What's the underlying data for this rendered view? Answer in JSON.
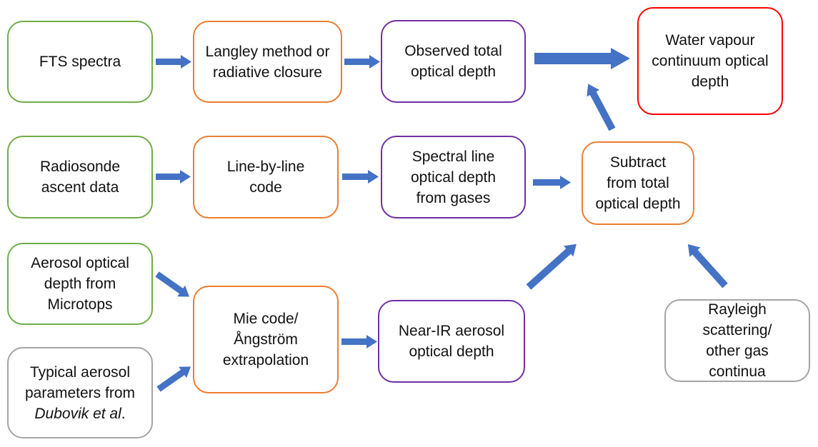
{
  "colors": {
    "input": "#70ad47",
    "process": "#ed7d31",
    "intermediate": "#7030a0",
    "output": "#ff0000",
    "other": "#a5a5a5",
    "arrow": "#4472c4"
  },
  "nodes": {
    "fts_spectra": {
      "text": "FTS spectra"
    },
    "langley": {
      "text": "Langley method or radiative closure"
    },
    "observed_total": {
      "text": "Observed total optical depth"
    },
    "water_vapour": {
      "text": "Water vapour continuum optical depth"
    },
    "radiosonde": {
      "text": "Radiosonde ascent data"
    },
    "line_by_line": {
      "text": "Line-by-line code"
    },
    "spectral_line": {
      "text": "Spectral line optical depth from gases"
    },
    "subtract": {
      "text": "Subtract from total optical depth"
    },
    "aerosol_microtops": {
      "text": "Aerosol optical depth from Microtops"
    },
    "mie": {
      "text": "Mie code/Ångström extrapolation"
    },
    "near_ir": {
      "text": "Near-IR aerosol optical depth"
    },
    "typical_aerosol": {
      "text_before": "Typical aerosol parameters from ",
      "text_italic": "Dubovik et al",
      "text_after": "."
    },
    "rayleigh": {
      "text": "Rayleigh scattering/ other gas continua"
    }
  }
}
